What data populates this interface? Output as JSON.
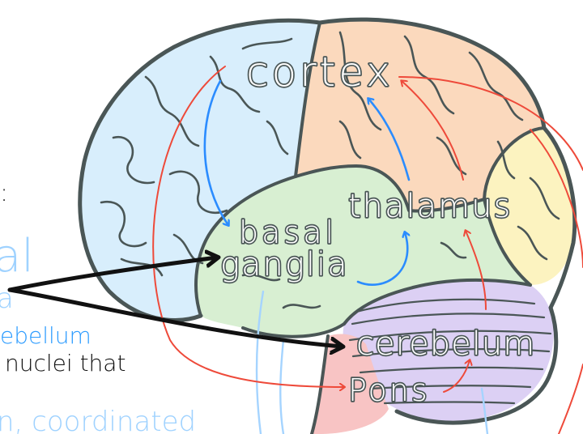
{
  "labels": {
    "cortex": "cortex",
    "thalamus": "thalamus",
    "basal": "basal",
    "ganglia": "ganglia",
    "cerebellum": "cerebelum",
    "pons": "Pons"
  },
  "notes": {
    "colon": ":",
    "frag_al": "al",
    "frag_a": "a",
    "cerebellum_line": "ebellum",
    "nuclei_line": "nuclei that",
    "coordinated_line": "n, coordinated"
  },
  "colors": {
    "outline": "#4a5656",
    "frontal": "#d8eefc",
    "parietal": "#fbd9bd",
    "occipital": "#fcf3c0",
    "basal_ganglia": "#d8efd2",
    "cerebellum": "#dcd0f4",
    "pons": "#f8c4c4",
    "blue_arrow": "#2b8cff",
    "red_arrow": "#ee4a3a",
    "black_arrow": "#111111"
  }
}
